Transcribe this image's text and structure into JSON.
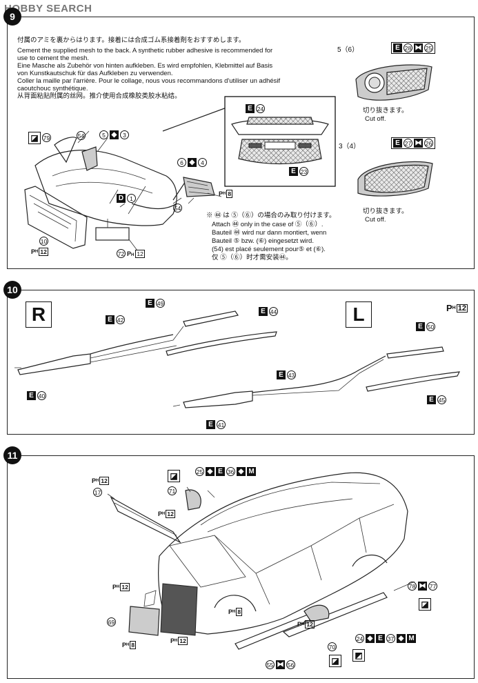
{
  "site": {
    "logo_text": "HOBBY SEARCH"
  },
  "step9": {
    "number": "9",
    "jp_intro": "付属のアミを裏からはります。接着には合成ゴム系接着剤をおすすめします。",
    "en_intro": [
      "Cement the supplied mesh to the back.  A synthetic rubber adhesive is recommended for",
      "use to cement the mesh."
    ],
    "de_intro": [
      "Eine Masche als Zubehör von hinten aufkleben. Es wird empfohlen, Klebmittel auf Basis",
      "von Kunstkautschuk für das Aufkleben zu verwenden."
    ],
    "fr_intro": [
      "Coller la maille par l'arrière.  Pour le collage, nous vous recommandons d'utiliser un adhésif",
      " caoutchouc synthétique."
    ],
    "cn_intro": "从背面粘贴附属的丝网。推介使用合成橡胶类胶水粘结。",
    "cut_off_jp": "切り抜きます。",
    "cut_off_en": "Cut off.",
    "note_jp": "※ ㊹ は ⑤（⑥）の場合のみ取り付けます。",
    "note_en": "Attach ㊹ only in the case of ⑤（⑥）.",
    "note_de1": "Bauteil ㊹ wird nur dann montiert, wenn",
    "note_de2": "Bauteil ⑤ bzw. (⑥) eingesetzt wird.",
    "note_fr": "(54) est placé seulement pour⑤ et (⑥).",
    "note_cn": "仅 ⑤（⑥）时才需安装㊹。",
    "labels": {
      "p79": "79",
      "p54": "54",
      "p5_3": "5",
      "p3": "3",
      "p6": "6",
      "p4": "4",
      "d": "D",
      "d1": "1",
      "p10": "10",
      "p72": "72",
      "ph8": "8",
      "ph12a": "12",
      "ph12b": "12",
      "e24": "24",
      "e23": "23",
      "tr_56": "5（6）",
      "e28": "28",
      "r25": "25",
      "mr_34": "3（4）",
      "e27": "27",
      "r26": "26",
      "p54b": "54"
    }
  },
  "step10": {
    "number": "10",
    "r_label": "R",
    "l_label": "L",
    "e49": "49",
    "e42": "42",
    "e44": "44",
    "e40": "40",
    "e50": "50",
    "e43": "43",
    "e45": "45",
    "e41": "41",
    "ph12": "12"
  },
  "step11": {
    "number": "11",
    "ph12a": "12",
    "p17": "17",
    "p71": "71",
    "ph12b": "12",
    "p25": "25",
    "e36": "36",
    "m": "M",
    "ph12c": "12",
    "p69": "69",
    "ph8a": "8",
    "ph12d": "12",
    "ph8b": "8",
    "ph12e": "12",
    "p78": "78",
    "r77": "77",
    "p24": "24",
    "e37": "37",
    "m2": "M",
    "p70": "70",
    "p55": "55",
    "r56": "56"
  }
}
